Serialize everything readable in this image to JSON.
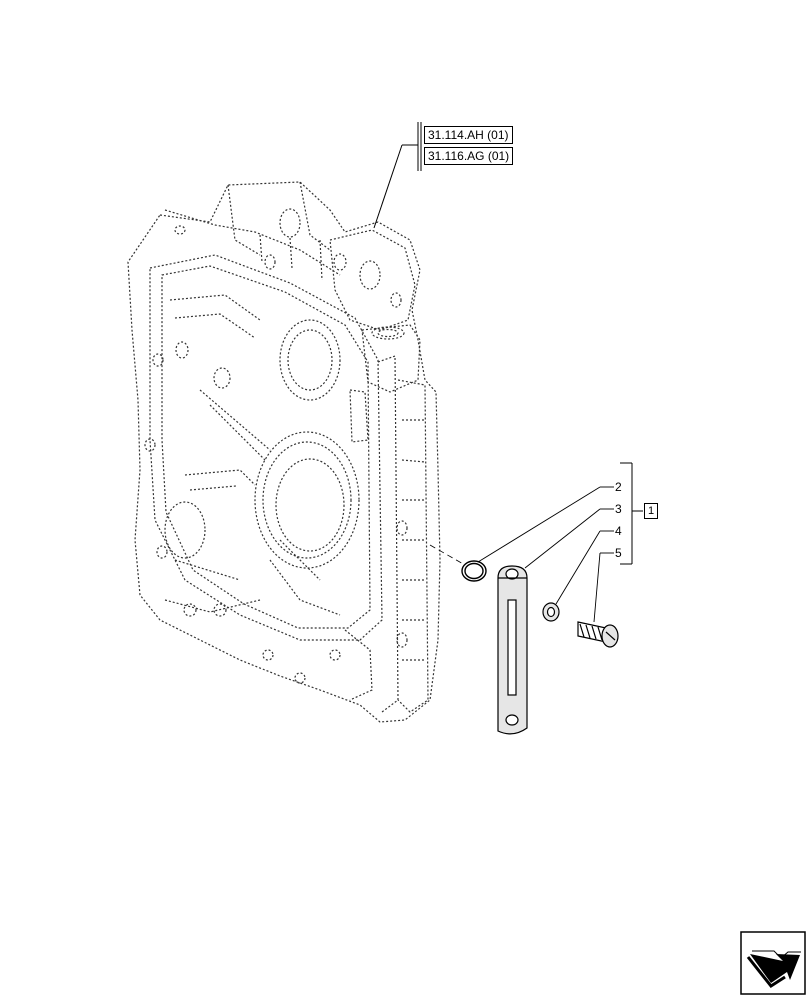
{
  "references": [
    {
      "id": "ref-1",
      "label": "31.114.AH (01)"
    },
    {
      "id": "ref-2",
      "label": "31.116.AG (01)"
    }
  ],
  "callouts": [
    {
      "id": "2",
      "label": "2"
    },
    {
      "id": "3",
      "label": "3"
    },
    {
      "id": "4",
      "label": "4"
    },
    {
      "id": "5",
      "label": "5"
    }
  ],
  "kit": {
    "label": "1"
  },
  "nav": {
    "icon": "next-page-arrow-icon"
  }
}
